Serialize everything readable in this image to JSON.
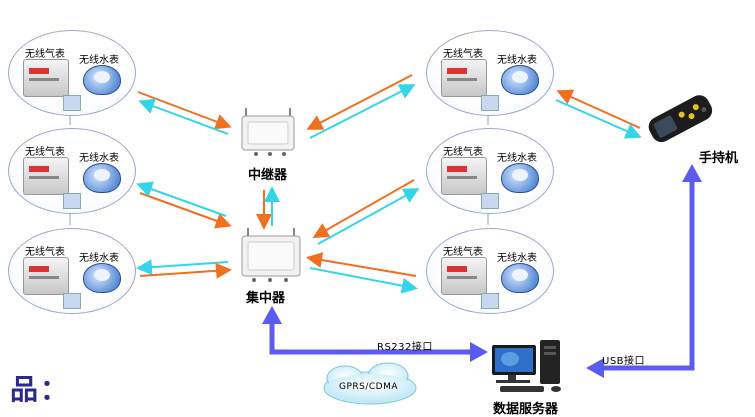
{
  "meter_groups": [
    {
      "gas_label": "无线气表",
      "water_label": "无线水表"
    },
    {
      "gas_label": "无线气表",
      "water_label": "无线水表"
    },
    {
      "gas_label": "无线气表",
      "water_label": "无线水表"
    },
    {
      "gas_label": "无线气表",
      "water_label": "无线水表"
    },
    {
      "gas_label": "无线气表",
      "water_label": "无线水表"
    },
    {
      "gas_label": "无线气表",
      "water_label": "无线水表"
    }
  ],
  "nodes": {
    "repeater": "中继器",
    "concentrator": "集中器",
    "handheld": "手持机",
    "server": "数据服务器"
  },
  "links": {
    "rs232": "RS232接口",
    "usb": "USB接口",
    "gprs": "GPRS/CDMA"
  },
  "footer_text": "品："
}
